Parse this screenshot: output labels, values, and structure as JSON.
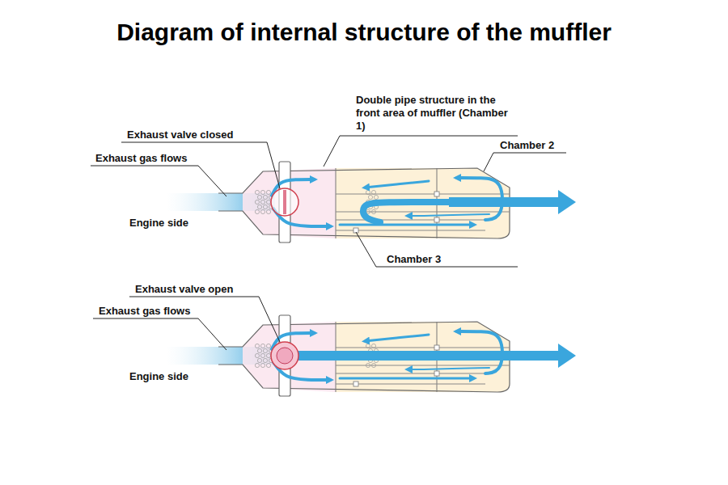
{
  "diagram": {
    "title": "Diagram of internal structure of the muffler",
    "labels": [
      "Exhaust valve closed",
      "Exhaust gas flows",
      "Engine side",
      "Double pipe structure in the front area of muffler (Chamber 1)",
      "Chamber 2",
      "Chamber 3",
      "Exhaust valve open",
      "Exhaust gas flows",
      "Engine side"
    ]
  }
}
